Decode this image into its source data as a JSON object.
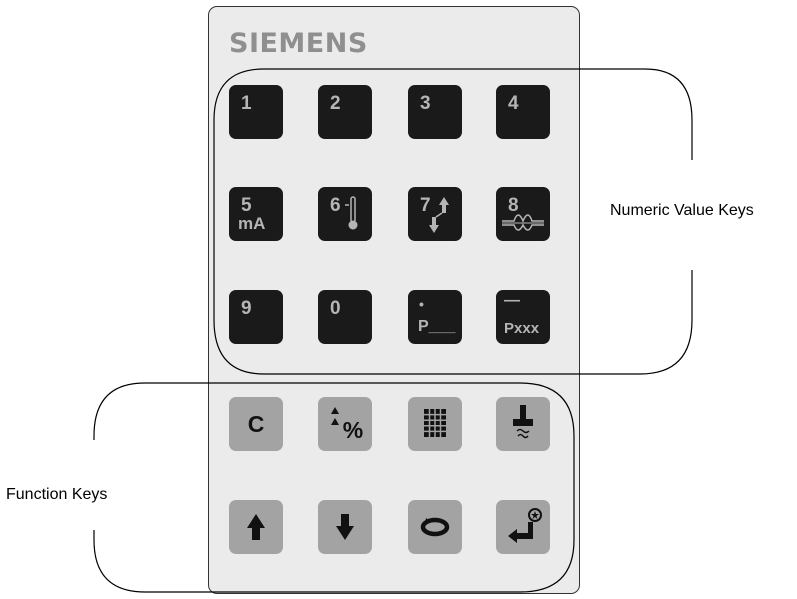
{
  "brand": {
    "name": "SIEMENS"
  },
  "numeric_keys": [
    {
      "label": "1"
    },
    {
      "label": "2"
    },
    {
      "label": "3"
    },
    {
      "label": "4"
    },
    {
      "label": "5",
      "sub": "mA"
    },
    {
      "label": "6",
      "icon": "thermometer-icon"
    },
    {
      "label": "7",
      "icon": "up-down-arrows-icon"
    },
    {
      "label": "8",
      "icon": "echo-wave-icon"
    },
    {
      "label": "9"
    },
    {
      "label": "0"
    },
    {
      "label": "P___",
      "prefix": "•",
      "sub": "___"
    },
    {
      "label": "Pxxx",
      "prefix": "—",
      "sub": "xxx"
    }
  ],
  "function_keys": [
    {
      "label": "C"
    },
    {
      "label": "%",
      "icon": "up-triangles-icon"
    },
    {
      "icon": "grid-icon"
    },
    {
      "icon": "transducer-icon"
    },
    {
      "icon": "arrow-up-icon"
    },
    {
      "icon": "arrow-down-icon"
    },
    {
      "icon": "cycle-icon"
    },
    {
      "icon": "enter-icon"
    }
  ],
  "annotations": {
    "numeric": "Numeric Value Keys",
    "function": "Function Keys"
  },
  "colors": {
    "numeric_key_bg": "#1a1a1a",
    "numeric_key_text": "#b5b5b5",
    "function_key_bg": "#a3a3a3",
    "panel_bg": "#ebebeb",
    "brand_text": "#8f8f8f"
  }
}
